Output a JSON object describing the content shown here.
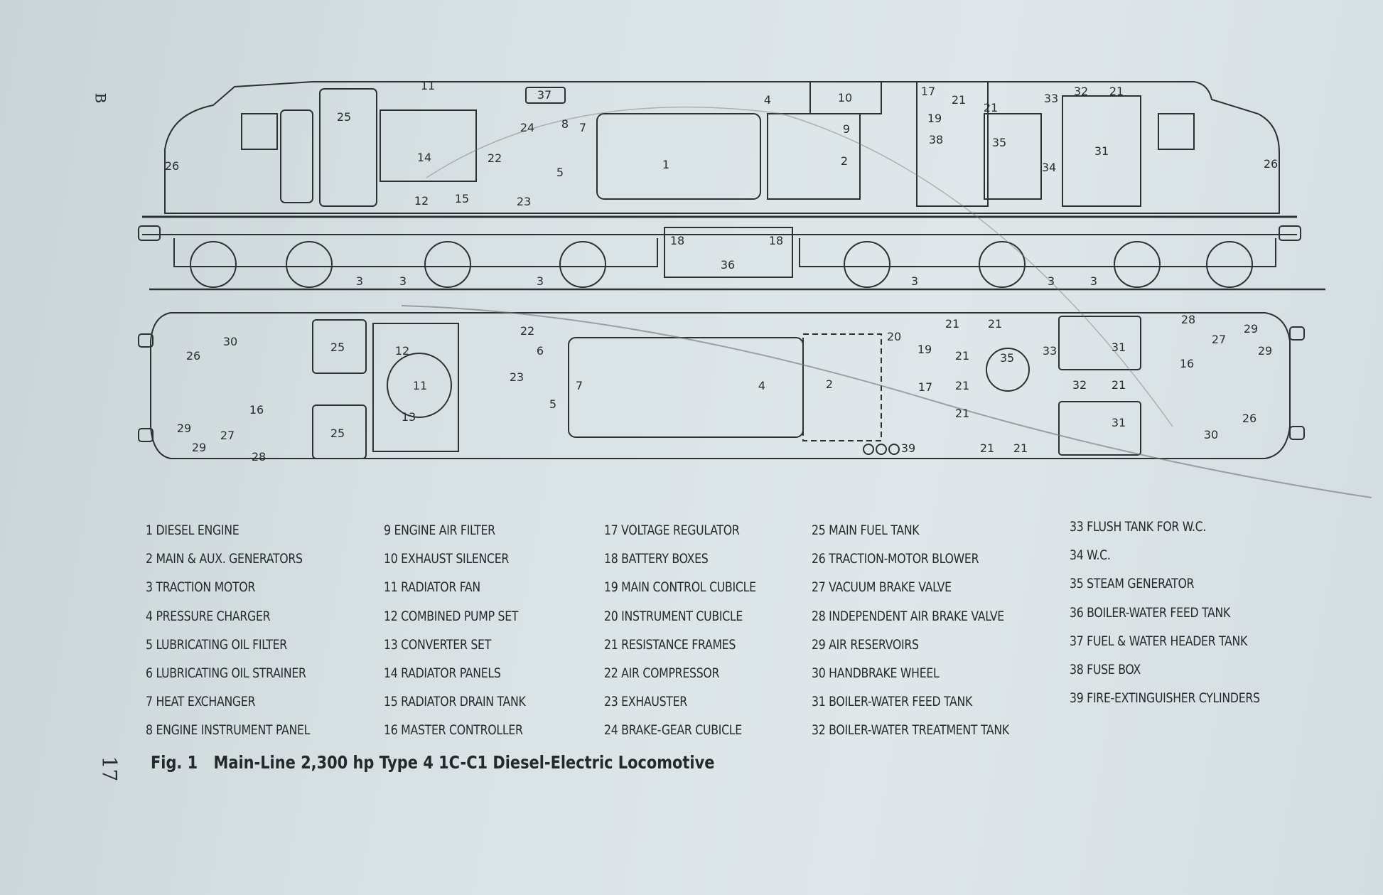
{
  "page": {
    "section_mark": "B",
    "page_number": "17"
  },
  "caption": {
    "fig": "Fig. 1",
    "title": "Main-Line 2,300 hp Type 4 1C-C1 Diesel-Electric Locomotive"
  },
  "diagram": {
    "side_callouts": [
      "26",
      "25",
      "11",
      "37",
      "24",
      "8",
      "7",
      "4",
      "10",
      "9",
      "14",
      "22",
      "5",
      "1",
      "2",
      "12",
      "15",
      "23",
      "17",
      "21",
      "21",
      "19",
      "38",
      "35",
      "33",
      "32",
      "21",
      "31",
      "34",
      "26",
      "18",
      "18",
      "36",
      "3",
      "3",
      "3",
      "3",
      "3",
      "3"
    ],
    "plan_callouts": [
      "30",
      "26",
      "25",
      "25",
      "12",
      "11",
      "13",
      "22",
      "6",
      "23",
      "7",
      "5",
      "4",
      "2",
      "20",
      "19",
      "17",
      "21",
      "21",
      "21",
      "21",
      "21",
      "35",
      "33",
      "31",
      "32",
      "21",
      "31",
      "28",
      "27",
      "16",
      "29",
      "29",
      "26",
      "30",
      "16",
      "29",
      "29",
      "27",
      "28",
      "39",
      "21",
      "21"
    ]
  },
  "legend": {
    "columns": [
      [
        "1 DIESEL ENGINE",
        "2 MAIN & AUX. GENERATORS",
        "3 TRACTION MOTOR",
        "4 PRESSURE CHARGER",
        "5 LUBRICATING OIL FILTER",
        "6 LUBRICATING OIL STRAINER",
        "7 HEAT EXCHANGER",
        "8 ENGINE INSTRUMENT PANEL"
      ],
      [
        "9 ENGINE AIR FILTER",
        "10 EXHAUST SILENCER",
        "11 RADIATOR FAN",
        "12 COMBINED PUMP SET",
        "13 CONVERTER SET",
        "14 RADIATOR PANELS",
        "15 RADIATOR DRAIN TANK",
        "16 MASTER CONTROLLER"
      ],
      [
        "17 VOLTAGE REGULATOR",
        "18 BATTERY BOXES",
        "19 MAIN CONTROL CUBICLE",
        "20 INSTRUMENT CUBICLE",
        "21 RESISTANCE FRAMES",
        "22 AIR COMPRESSOR",
        "23 EXHAUSTER",
        "24 BRAKE-GEAR CUBICLE"
      ],
      [
        "25 MAIN FUEL TANK",
        "26 TRACTION-MOTOR BLOWER",
        "27 VACUUM BRAKE VALVE",
        "28 INDEPENDENT AIR BRAKE VALVE",
        "29 AIR RESERVOIRS",
        "30 HANDBRAKE WHEEL",
        "31 BOILER-WATER FEED TANK",
        "32 BOILER-WATER TREATMENT TANK"
      ],
      [
        "33 FLUSH TANK FOR W.C.",
        "34 W.C.",
        "35 STEAM GENERATOR",
        "36 BOILER-WATER FEED TANK",
        "37 FUEL & WATER HEADER TANK",
        "38 FUSE BOX",
        "39 FIRE-EXTINGUISHER CYLINDERS"
      ]
    ]
  }
}
